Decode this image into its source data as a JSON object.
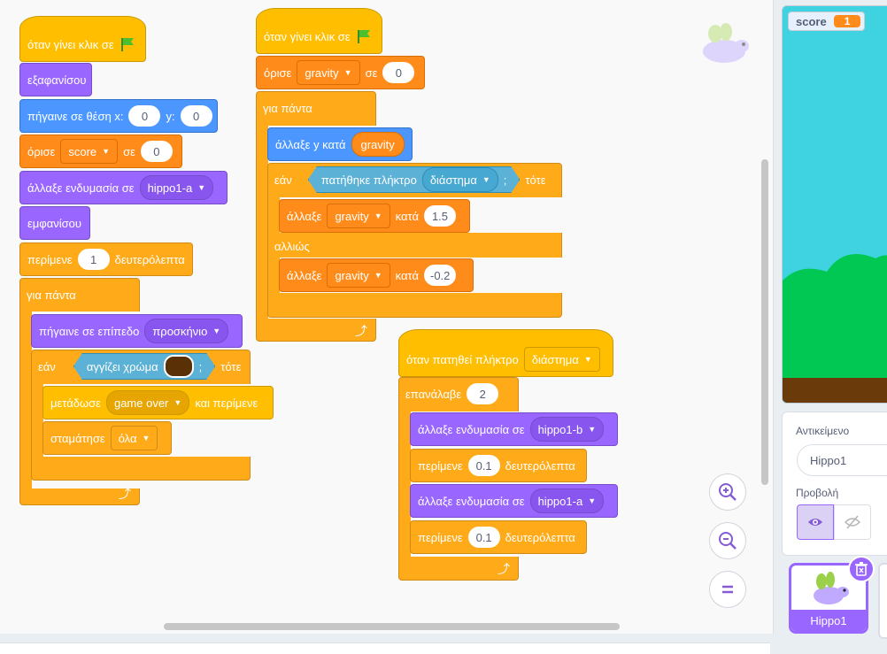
{
  "colors": {
    "events": "#ffbf00",
    "looks": "#9966ff",
    "motion": "#4c97ff",
    "control": "#ffab19",
    "variables": "#ff8c1a",
    "sensing": "#5cb1d6",
    "stage_sky": "#3fd2e0",
    "stage_grass": "#00c853",
    "stage_ground": "#6b3a0b",
    "touch_color": "#5a3007"
  },
  "script1": {
    "hat": "όταν γίνει κλικ σε",
    "hide": "εξαφανίσου",
    "goto_label": "πήγαινε σε θέση x:",
    "goto_x": "0",
    "goto_y_label": "y:",
    "goto_y": "0",
    "set_label": "όρισε",
    "set_var": "score",
    "set_to": "σε",
    "set_value": "0",
    "costume_label": "άλλαξε ενδυμασία σε",
    "costume_value": "hippo1-a",
    "show": "εμφανίσου",
    "wait_label": "περίμενε",
    "wait_value": "1",
    "wait_unit": "δευτερόλεπτα",
    "forever": "για πάντα",
    "layer_label": "πήγαινε σε επίπεδο",
    "layer_value": "προσκήνιο",
    "if_label": "εάν",
    "touching_label": "αγγίζει χρώμα",
    "question": ";",
    "then_label": "τότε",
    "broadcast_label": "μετάδωσε",
    "broadcast_value": "game over",
    "broadcast_wait": "και περίμενε",
    "stop_label": "σταμάτησε",
    "stop_value": "όλα"
  },
  "script2": {
    "hat": "όταν γίνει κλικ σε",
    "set_label": "όρισε",
    "set_var": "gravity",
    "set_to": "σε",
    "set_value": "0",
    "forever": "για πάντα",
    "change_y_label": "άλλαξε y κατά",
    "change_y_var": "gravity",
    "if_label": "εάν",
    "key_label": "πατήθηκε πλήκτρο",
    "key_value": "διάστημα",
    "question": ";",
    "then_label": "τότε",
    "change_label": "άλλαξε",
    "change_var": "gravity",
    "by_label": "κατά",
    "change_value_1": "1.5",
    "else_label": "αλλιώς",
    "change_value_2": "-0.2"
  },
  "script3": {
    "hat": "όταν πατηθεί πλήκτρο",
    "key_value": "διάστημα",
    "repeat_label": "επανάλαβε",
    "repeat_value": "2",
    "costume_label": "άλλαξε ενδυμασία σε",
    "costume_b": "hippo1-b",
    "wait_label": "περίμενε",
    "wait_value": "0.1",
    "wait_unit": "δευτερόλεπτα",
    "costume_a": "hippo1-a"
  },
  "zoom": {
    "in": "+",
    "out": "−",
    "reset": "="
  },
  "stage": {
    "monitor_label": "score",
    "monitor_value": "1"
  },
  "sprite_info": {
    "object_label": "Αντικείμενο",
    "sprite_name": "Hippo1",
    "view_label": "Προβολή"
  },
  "sprite_list": {
    "tile_name": "Hippo1"
  }
}
